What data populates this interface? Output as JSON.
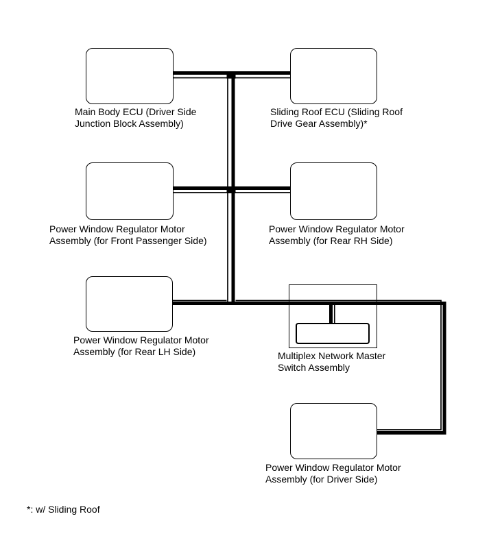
{
  "diagram": {
    "type": "wiring-topology",
    "colors": {
      "line": "#000000",
      "background": "#ffffff"
    },
    "nodes": [
      {
        "id": "main-body-ecu",
        "label": "Main Body ECU (Driver Side\nJunction Block Assembly)"
      },
      {
        "id": "sliding-roof-ecu",
        "label": "Sliding Roof ECU (Sliding Roof\nDrive Gear Assembly)*"
      },
      {
        "id": "pw-motor-front-passenger",
        "label": "Power Window Regulator Motor\nAssembly (for Front Passenger Side)"
      },
      {
        "id": "pw-motor-rear-rh",
        "label": "Power Window Regulator Motor\nAssembly (for Rear RH Side)"
      },
      {
        "id": "pw-motor-rear-lh",
        "label": "Power Window Regulator Motor\nAssembly (for Rear LH Side)"
      },
      {
        "id": "multiplex-master-switch",
        "label": "Multiplex Network Master\nSwitch Assembly"
      },
      {
        "id": "pw-motor-driver",
        "label": "Power Window Regulator Motor\nAssembly (for Driver Side)"
      }
    ],
    "footnote": "*: w/ Sliding Roof"
  }
}
